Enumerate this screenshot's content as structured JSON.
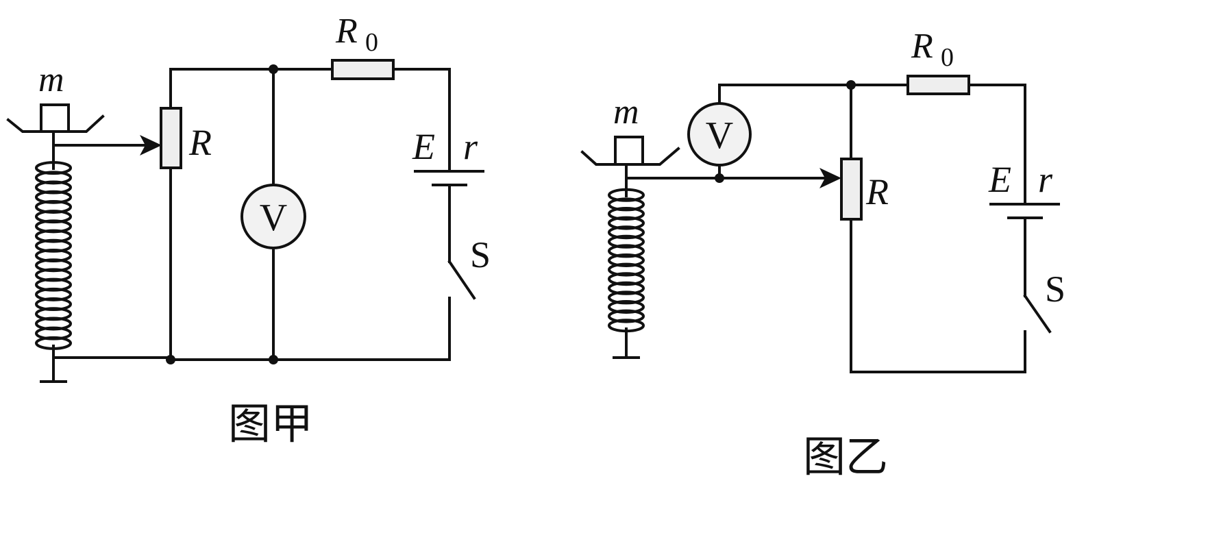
{
  "fig1": {
    "caption": "图甲",
    "mass": "m",
    "rheostat": "R",
    "fixed_resistor": "R",
    "fixed_resistor_sub": "0",
    "emf": "E",
    "internal_r": "r",
    "switch": "S",
    "voltmeter": "V"
  },
  "fig2": {
    "caption": "图乙",
    "mass": "m",
    "rheostat": "R",
    "fixed_resistor": "R",
    "fixed_resistor_sub": "0",
    "emf": "E",
    "internal_r": "r",
    "switch": "S",
    "voltmeter": "V"
  }
}
